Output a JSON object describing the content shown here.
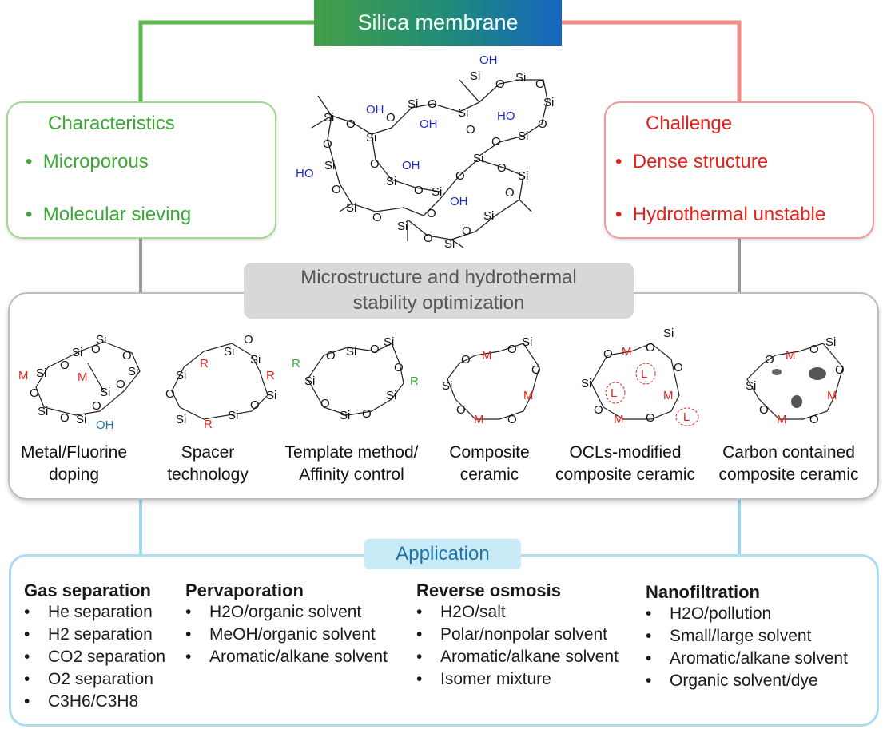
{
  "title": "Silica membrane",
  "characteristics": {
    "heading": "Characteristics",
    "items": [
      "Microporous",
      "Molecular sieving"
    ]
  },
  "challenge": {
    "heading": "Challenge",
    "items": [
      "Dense structure",
      "Hydrothermal unstable"
    ]
  },
  "optimization": {
    "label_line1": "Microstructure and hydrothermal",
    "label_line2": "stability optimization",
    "methods": [
      {
        "line1": "Metal/Fluorine",
        "line2": "doping"
      },
      {
        "line1": "Spacer",
        "line2": "technology"
      },
      {
        "line1": "Template method/",
        "line2": "Affinity control"
      },
      {
        "line1": "Composite",
        "line2": "ceramic"
      },
      {
        "line1": "OCLs-modified",
        "line2": "composite ceramic"
      },
      {
        "line1": "Carbon contained",
        "line2": "composite ceramic"
      }
    ]
  },
  "structure_labels": {
    "si": "Si",
    "o": "O",
    "oh": "OH",
    "ho": "HO",
    "m": "M",
    "r": "R",
    "l": "L"
  },
  "application": {
    "label": "Application",
    "columns": [
      {
        "title": "Gas separation",
        "items": [
          "He separation",
          "H2 separation",
          "CO2 separation",
          "O2 separation",
          "C3H6/C3H8"
        ]
      },
      {
        "title": "Pervaporation",
        "items": [
          "H2O/organic solvent",
          "MeOH/organic solvent",
          "Aromatic/alkane solvent"
        ]
      },
      {
        "title": "Reverse osmosis",
        "items": [
          "H2O/salt",
          "Polar/nonpolar solvent",
          "Aromatic/alkane solvent",
          "Isomer mixture"
        ]
      },
      {
        "title": "Nanofiltration",
        "items": [
          "H2O/pollution",
          "Small/large solvent",
          "Aromatic/alkane solvent",
          "Organic solvent/dye"
        ]
      }
    ]
  },
  "colors": {
    "green": "#3aa935",
    "red": "#e3231b",
    "blue": "#1e2bbf",
    "teal": "#1f73a8",
    "gray": "#8a8a8a"
  }
}
